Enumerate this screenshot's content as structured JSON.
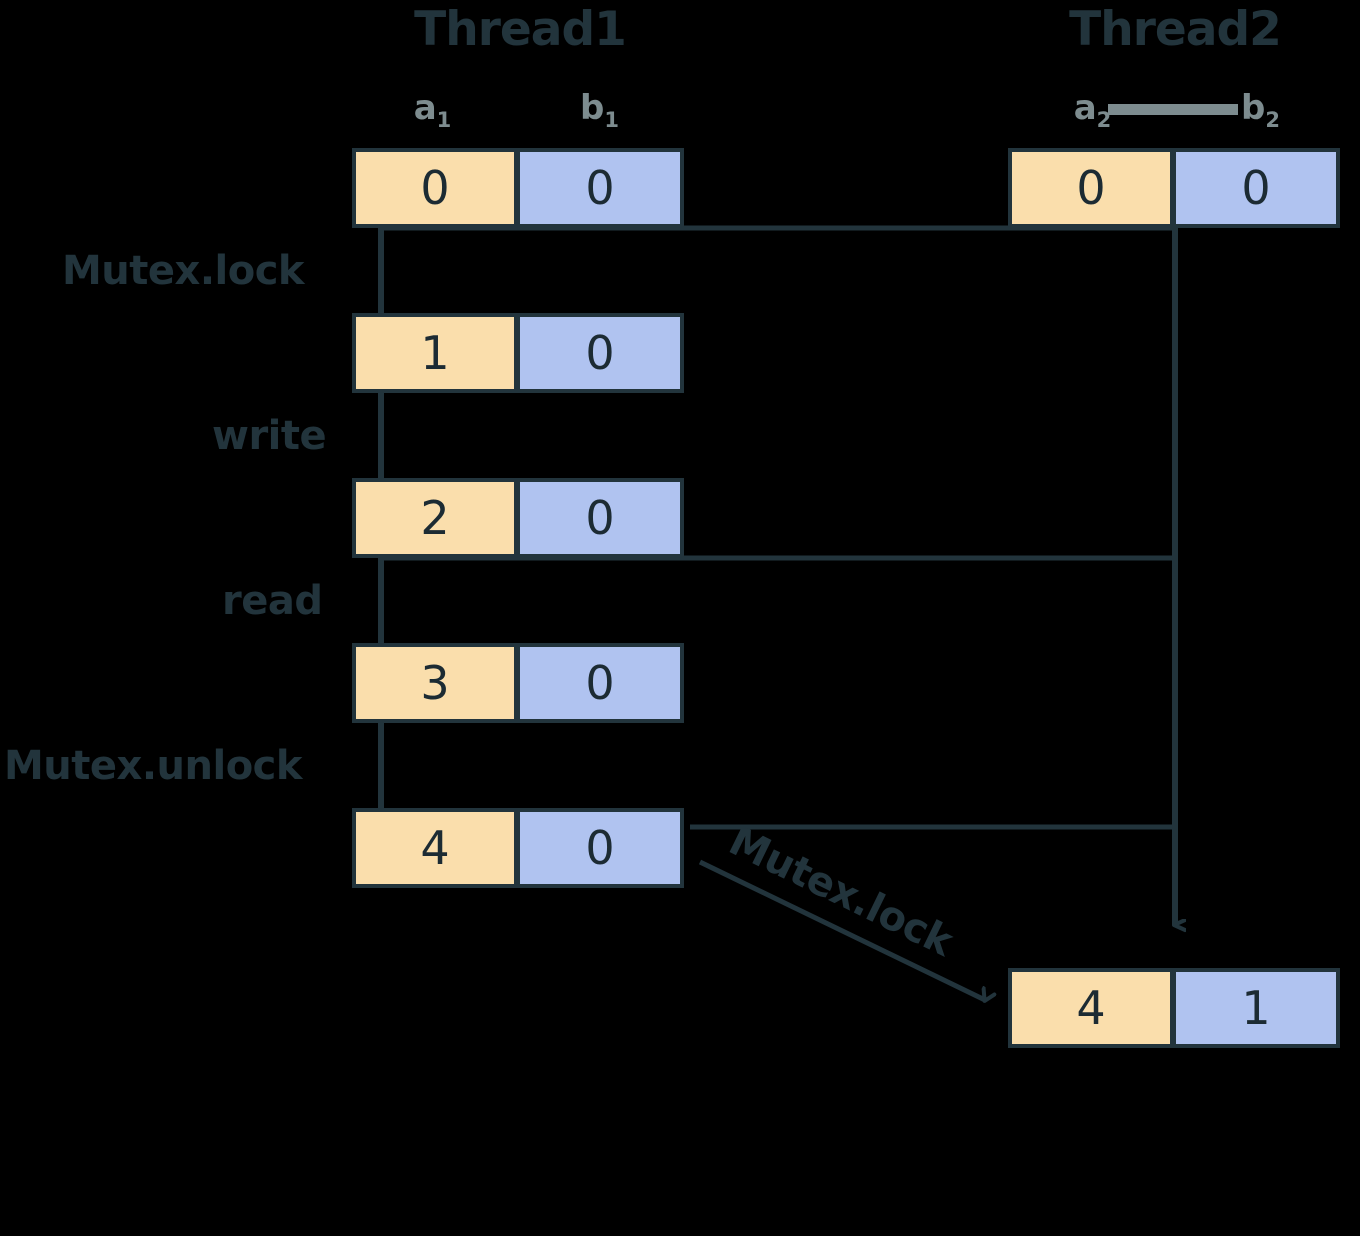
{
  "diagram": {
    "title_semantic": "mutex-thread-interleaving-diagram",
    "colors": {
      "background": "#000000",
      "cell_a_fill": "#fadeac",
      "cell_b_fill": "#b0c3f0",
      "stroke": "#22343c",
      "label_gray": "#7d8c8f",
      "text_dark": "#1c2b33"
    },
    "threads": [
      {
        "id": "thread1",
        "title": "Thread1"
      },
      {
        "id": "thread2",
        "title": "Thread2"
      }
    ],
    "variable_labels": {
      "thread1": [
        {
          "name": "a",
          "sub": "1"
        },
        {
          "name": "b",
          "sub": "1"
        }
      ],
      "thread2": [
        {
          "name": "a",
          "sub": "2"
        },
        {
          "name": "b",
          "sub": "2"
        }
      ]
    },
    "operations": [
      {
        "id": "op-mutex-lock",
        "label": "Mutex.lock"
      },
      {
        "id": "op-write",
        "label": "write"
      },
      {
        "id": "op-read",
        "label": "read"
      },
      {
        "id": "op-mutex-unlock",
        "label": "Mutex.unlock"
      },
      {
        "id": "op-mutex-lock-2",
        "label": "Mutex.lock"
      }
    ],
    "thread1_states": [
      {
        "step": 0,
        "a": "0",
        "b": "0"
      },
      {
        "step": 1,
        "a": "1",
        "b": "0"
      },
      {
        "step": 2,
        "a": "2",
        "b": "0"
      },
      {
        "step": 3,
        "a": "3",
        "b": "0"
      },
      {
        "step": 4,
        "a": "4",
        "b": "0"
      }
    ],
    "thread2_states": [
      {
        "step": 0,
        "a": "0",
        "b": "0"
      },
      {
        "step": 1,
        "a": "4",
        "b": "1"
      }
    ]
  }
}
